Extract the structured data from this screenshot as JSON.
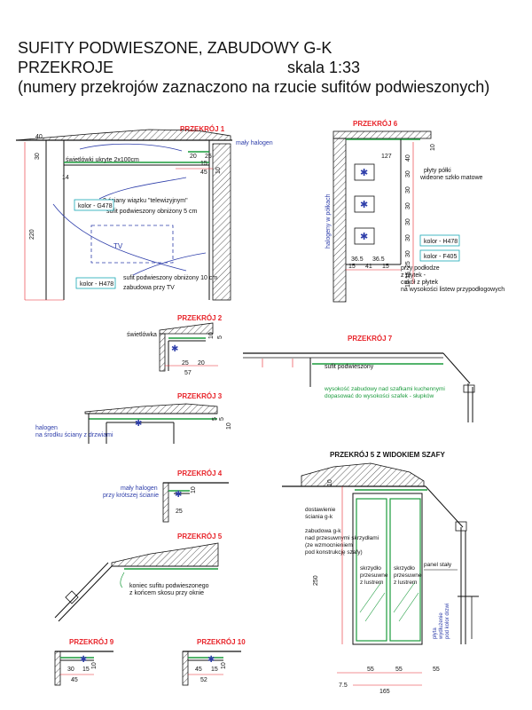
{
  "header": {
    "line1": "SUFITY PODWIESZONE, ZABUDOWY G-K",
    "line2_left": "PRZEKROJE",
    "line2_right": "skala 1:33",
    "line3": "(numery przekrojów zaznaczono na rzucie sufitów podwieszonych)"
  },
  "colors": {
    "ink": "#111111",
    "red": "#e8242a",
    "blue": "#2e3eaa",
    "green": "#1a9b3c",
    "cyan": "#18a7b5"
  },
  "sections": {
    "s1": {
      "title": "PRZEKRÓJ 1",
      "small_halogen": "mały halogen",
      "hidden_lights": "świetlówki ukryte 2x100cm",
      "tv_walls": "2 ściany wiązku \"telewizyjnym\"",
      "ceiling_5": "sufit podwieszony obniżony 5 cm",
      "color_g478": "kolor - G478",
      "tv": "TV",
      "color_h478": "kolor - H478",
      "ceiling_10": "sufit podwieszony obniżony 10 cm",
      "tv_build": "zabudowa przy TV",
      "dims": [
        "40",
        "30",
        "14",
        "220",
        "25",
        "20",
        "15",
        "45",
        "10"
      ]
    },
    "s6": {
      "title": "PRZEKRÓJ 6",
      "halogens": "halogeny w półkach",
      "glass_shelves": "płyty półki",
      "matt_glass": "wideone szkło matowe",
      "color_h478": "kolor - H478",
      "color_f405": "kolor - F405",
      "tile_note1": "przy podłodze",
      "tile_note2": "z płytek -",
      "tile_note3": "cokół z płytek",
      "tile_note4": "na wysokości listew przypodłogowych",
      "dims": [
        "127",
        "10",
        "40",
        "30",
        "30",
        "30",
        "30",
        "30",
        "36.5",
        "36.5",
        "15",
        "41",
        "15",
        "30",
        "25",
        "15",
        "10"
      ]
    },
    "s2": {
      "title": "PRZEKRÓJ 2",
      "lights": "świetlówka",
      "dims": [
        "10",
        "5",
        "25",
        "20",
        "57"
      ]
    },
    "s3": {
      "title": "PRZEKRÓJ 3",
      "halogen1": "halogen",
      "halogen2": "na środku ściany z drzwiami",
      "dims": [
        "5",
        "5",
        "10"
      ]
    },
    "s4": {
      "title": "PRZEKRÓJ 4",
      "halogen1": "mały halogen",
      "halogen2": "przy krótszej ścianie",
      "dims": [
        "10",
        "25"
      ]
    },
    "s5": {
      "title": "PRZEKRÓJ 5",
      "note1": "koniec sufitu podwieszonego",
      "note2": "z końcem skosu przy oknie"
    },
    "s7": {
      "title": "PRZEKRÓJ 7",
      "ceiling": "sufit podwieszony",
      "note1": "wysokość zabudowy nad szafkami kuchennymi",
      "note2": "dopasować do wysokości szafek - słupków"
    },
    "s5w": {
      "title": "PRZEKRÓJ 5 Z WIDOKIEM SZAFY",
      "left1": "dostawienie",
      "left2": "ściania g-k",
      "left3": "zabudowa g-k",
      "left4": "nad przesuwnymi skrzydłami",
      "left5": "(ze wzmocnieniem",
      "left6": "pod konstrukcję szafy)",
      "door_a1": "skrzydło",
      "door_a2": "przesuwne",
      "door_a3": "z lustrem",
      "door_b1": "skrzydło",
      "door_b2": "przesuwne",
      "door_b3": "z lustrem",
      "panel": "panel stały",
      "plate1": "płyta",
      "plate2": "wydłużenie",
      "plate3": "pod kolor drzwi",
      "dims": [
        "10",
        "250",
        "7.5",
        "55",
        "55",
        "55",
        "165"
      ]
    },
    "s9": {
      "title": "PRZEKRÓJ 9",
      "dims": [
        "30",
        "15",
        "10",
        "45"
      ]
    },
    "s10": {
      "title": "PRZEKRÓJ 10",
      "dims": [
        "45",
        "15",
        "10",
        "52"
      ]
    }
  }
}
